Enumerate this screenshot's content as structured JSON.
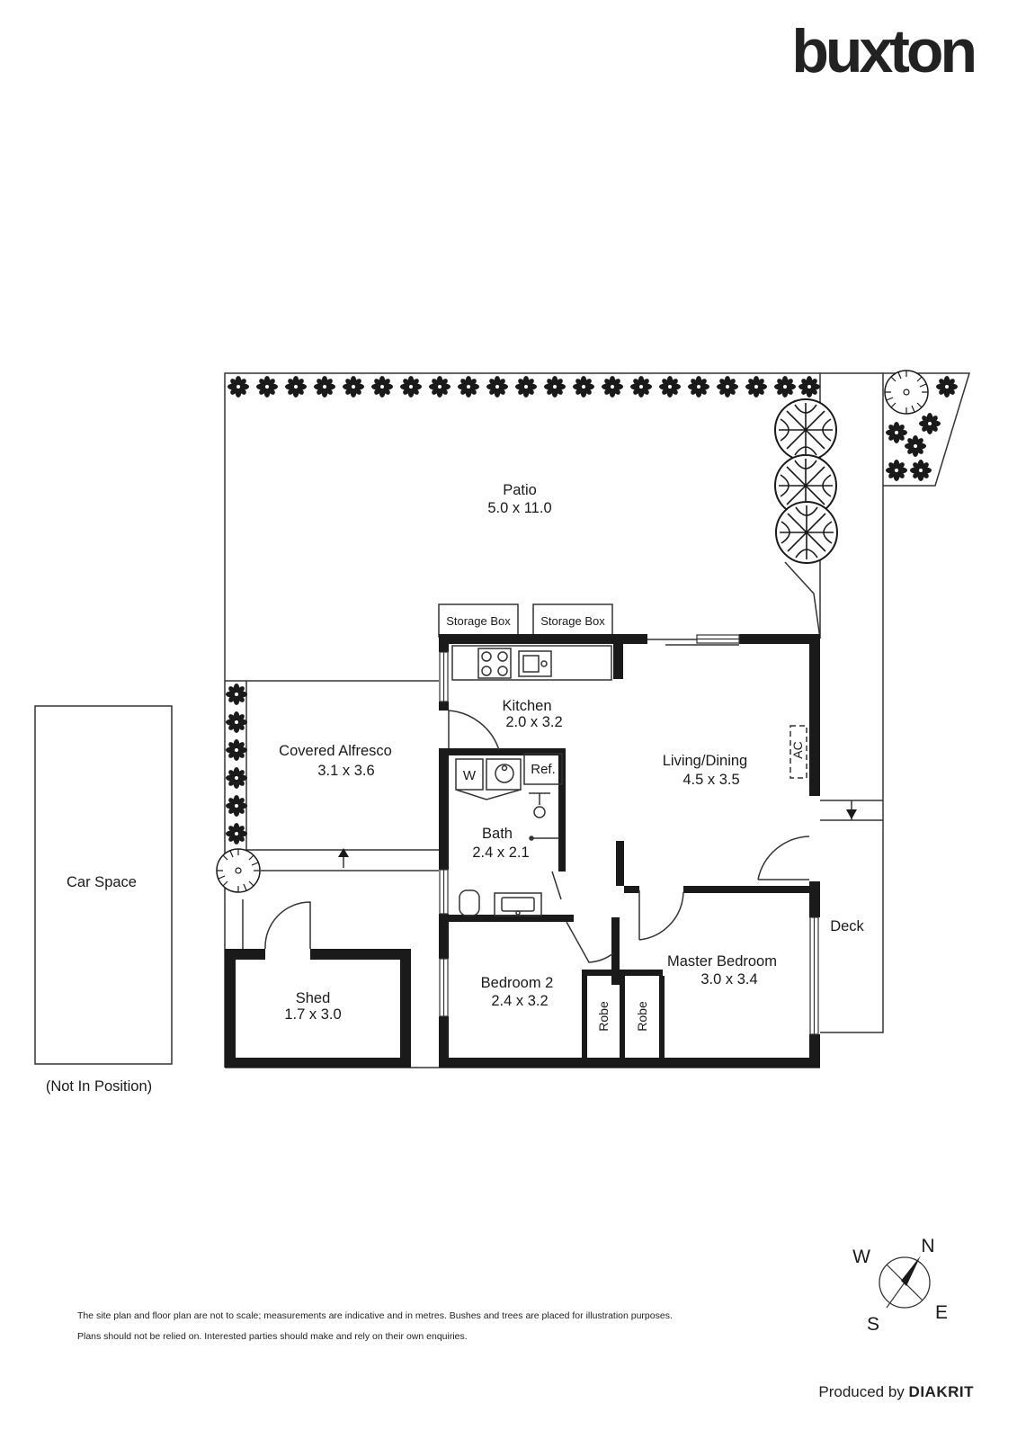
{
  "brand": {
    "logo_text": "buxton"
  },
  "rooms": {
    "patio": {
      "name": "Patio",
      "size": "5.0 x 11.0"
    },
    "covered_alfresco": {
      "name": "Covered Alfresco",
      "size": "3.1 x 3.6"
    },
    "kitchen": {
      "name": "Kitchen",
      "size": "2.0 x 3.2"
    },
    "living_dining": {
      "name": "Living/Dining",
      "size": "4.5 x 3.5"
    },
    "bath": {
      "name": "Bath",
      "size": "2.4 x 2.1"
    },
    "master_bedroom": {
      "name": "Master Bedroom",
      "size": "3.0 x 3.4"
    },
    "bedroom_2": {
      "name": "Bedroom 2",
      "size": "2.4 x 3.2"
    },
    "shed": {
      "name": "Shed",
      "size": "1.7 x 3.0"
    }
  },
  "labels": {
    "storage_box_1": "Storage Box",
    "storage_box_2": "Storage Box",
    "washer": "W",
    "fridge": "Ref.",
    "ac": "AC",
    "robe_1": "Robe",
    "robe_2": "Robe",
    "deck": "Deck",
    "car_space": "Car Space",
    "car_note": "(Not In Position)"
  },
  "compass": {
    "n": "N",
    "s": "S",
    "e": "E",
    "w": "W"
  },
  "disclaimer": {
    "line1": "The site plan and floor plan are not to scale; measurements are indicative and in metres. Bushes and trees are placed for illustration purposes.",
    "line2": "Plans should not be relied on. Interested parties should make and rely on their own enquiries."
  },
  "producer": {
    "prefix": "Produced by",
    "brand": "DIAKRIT"
  },
  "colors": {
    "wall": "#1a1a1a",
    "line": "#333333",
    "background": "#ffffff"
  }
}
